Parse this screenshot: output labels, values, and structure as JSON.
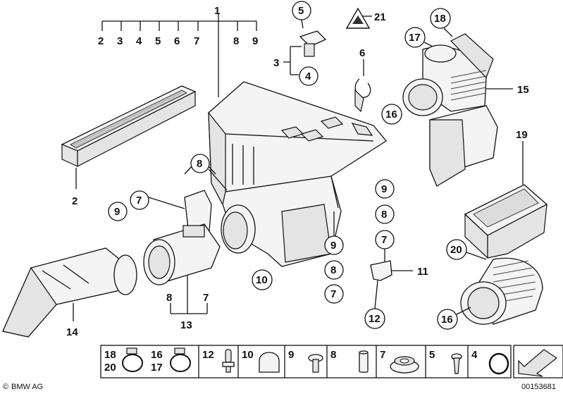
{
  "callouts": {
    "plain": [
      {
        "id": "c1",
        "text": "1"
      },
      {
        "id": "c2a",
        "text": "2"
      },
      {
        "id": "c3a",
        "text": "3"
      },
      {
        "id": "c4a",
        "text": "4"
      },
      {
        "id": "c5a",
        "text": "5"
      },
      {
        "id": "c6a",
        "text": "6"
      },
      {
        "id": "c7a",
        "text": "7"
      },
      {
        "id": "c8a",
        "text": "8"
      },
      {
        "id": "c9a",
        "text": "9"
      },
      {
        "id": "c3",
        "text": "3"
      },
      {
        "id": "c6",
        "text": "6"
      },
      {
        "id": "c21",
        "text": "21"
      },
      {
        "id": "c15",
        "text": "15"
      },
      {
        "id": "c19",
        "text": "19"
      },
      {
        "id": "c2",
        "text": "2"
      },
      {
        "id": "c11",
        "text": "11"
      },
      {
        "id": "c14",
        "text": "14"
      },
      {
        "id": "c7b",
        "text": "7"
      },
      {
        "id": "c8b",
        "text": "8"
      },
      {
        "id": "c13",
        "text": "13"
      }
    ],
    "circled": [
      {
        "id": "k5",
        "text": "5"
      },
      {
        "id": "k4",
        "text": "4"
      },
      {
        "id": "k18",
        "text": "18"
      },
      {
        "id": "k17",
        "text": "17"
      },
      {
        "id": "k16a",
        "text": "16"
      },
      {
        "id": "k8a",
        "text": "8"
      },
      {
        "id": "k7a",
        "text": "7"
      },
      {
        "id": "k9a",
        "text": "9"
      },
      {
        "id": "k9b",
        "text": "9"
      },
      {
        "id": "k8b",
        "text": "8"
      },
      {
        "id": "k7b",
        "text": "7"
      },
      {
        "id": "k9c",
        "text": "9"
      },
      {
        "id": "k8c",
        "text": "8"
      },
      {
        "id": "k7c",
        "text": "7"
      },
      {
        "id": "k10",
        "text": "10"
      },
      {
        "id": "k12",
        "text": "12"
      },
      {
        "id": "k20",
        "text": "20"
      },
      {
        "id": "k16b",
        "text": "16"
      }
    ]
  },
  "legend": [
    {
      "id": "l1",
      "labels": [
        "18",
        "20"
      ]
    },
    {
      "id": "l2",
      "labels": [
        "16",
        "17"
      ]
    },
    {
      "id": "l3",
      "labels": [
        "12"
      ]
    },
    {
      "id": "l4",
      "labels": [
        "10"
      ]
    },
    {
      "id": "l5",
      "labels": [
        "9"
      ]
    },
    {
      "id": "l6",
      "labels": [
        "8"
      ]
    },
    {
      "id": "l7",
      "labels": [
        "7"
      ]
    },
    {
      "id": "l8",
      "labels": [
        "5"
      ]
    },
    {
      "id": "l9",
      "labels": [
        "4"
      ]
    }
  ],
  "footer": {
    "brand": "BMW AG",
    "copyright": "©",
    "diagram_number": "00153681"
  }
}
